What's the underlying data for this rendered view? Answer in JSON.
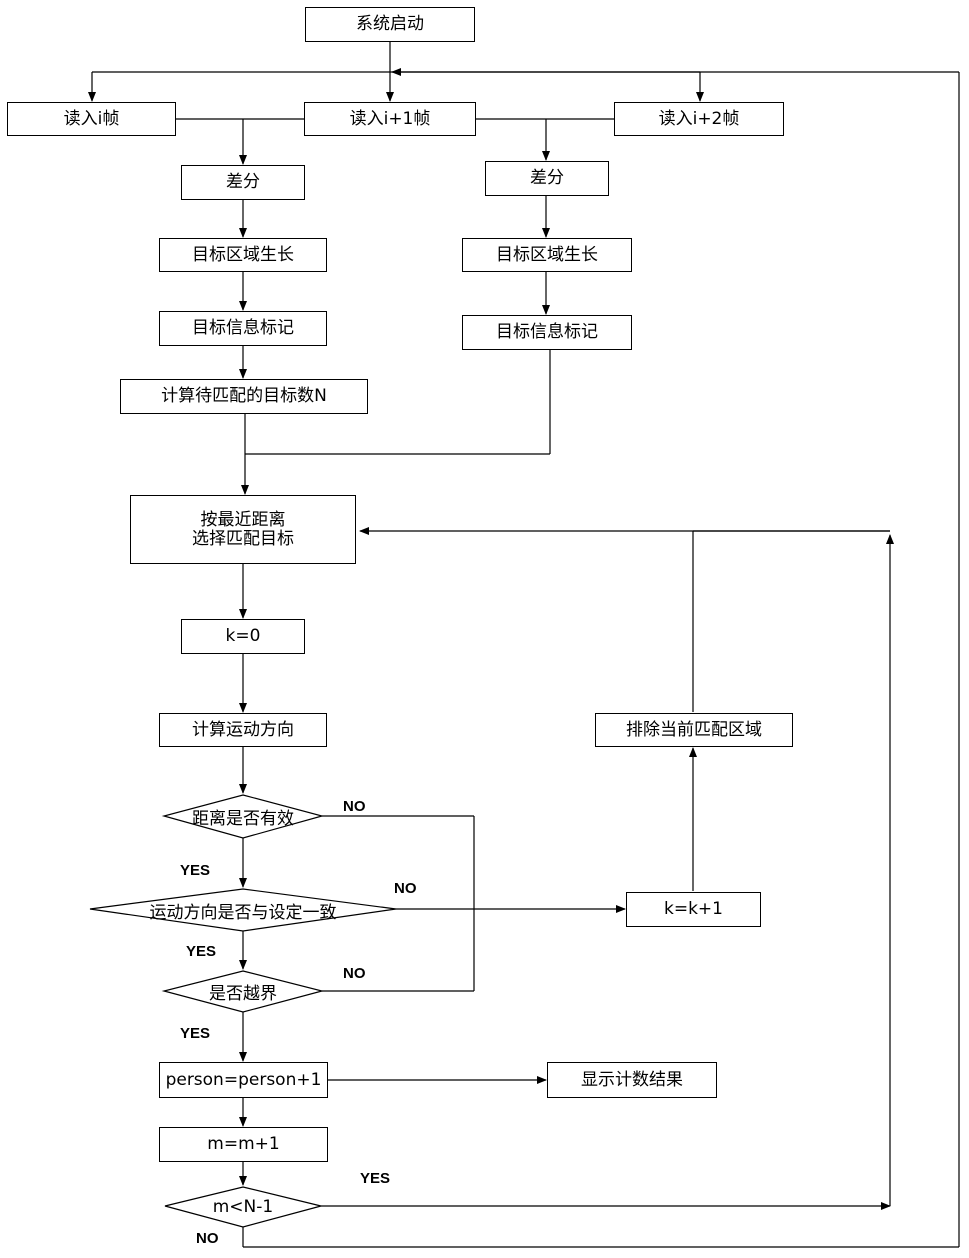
{
  "flowchart": {
    "nodes": {
      "start": "系统启动",
      "read_i": "读入i帧",
      "read_i1": "读入i+1帧",
      "read_i2": "读入i+2帧",
      "diff_left": "差分",
      "diff_right": "差分",
      "grow_left": "目标区域生长",
      "grow_right": "目标区域生长",
      "mark_left": "目标信息标记",
      "mark_right": "目标信息标记",
      "count_n": "计算待匹配的目标数N",
      "select_match": "按最近距离\n选择匹配目标",
      "k_zero": "k=0",
      "calc_dir": "计算运动方向",
      "dist_valid": "距离是否有效",
      "dir_consistent": "运动方向是否与设定一致",
      "out_of_bound": "是否越界",
      "person_inc": "person=person+1",
      "show_count": "显示计数结果",
      "m_inc": "m=m+1",
      "m_cond": "m<N-1",
      "k_inc": "k=k+1",
      "exclude_area": "排除当前匹配区域"
    },
    "labels": {
      "no_dist": "NO",
      "no_dir": "NO",
      "no_bound": "NO",
      "yes_dist": "YES",
      "yes_dir": "YES",
      "yes_bound": "YES",
      "yes_m": "YES",
      "no_m": "NO"
    }
  }
}
